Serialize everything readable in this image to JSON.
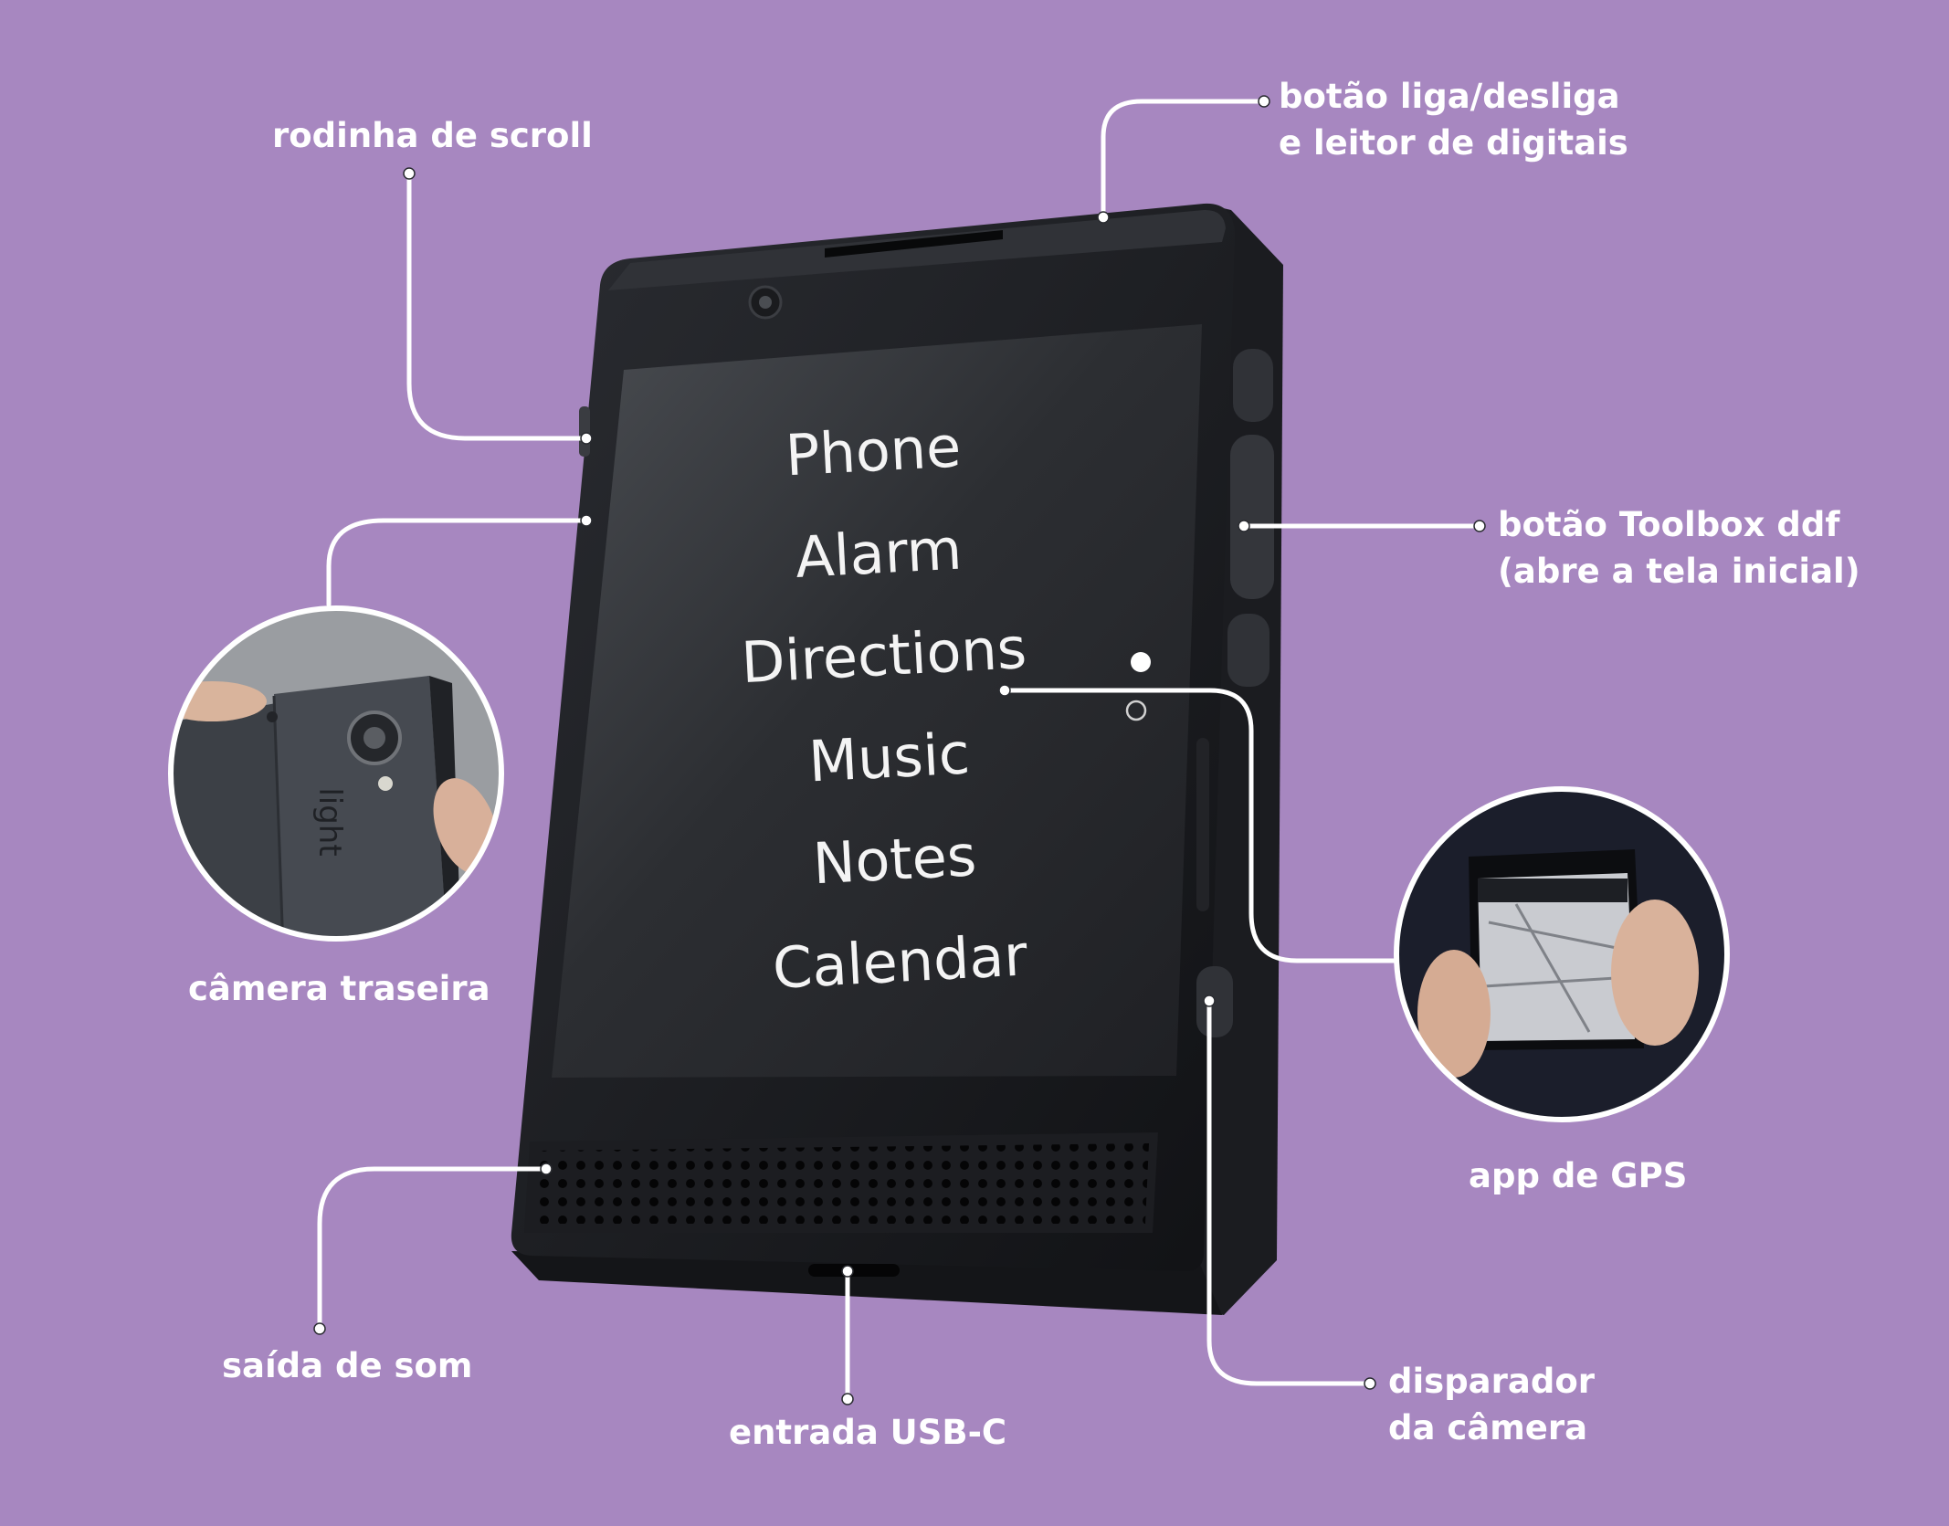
{
  "colors": {
    "background": "#a787c0",
    "device": "#17181c",
    "screen": "#26282c",
    "menu_text": "#f4f4f4",
    "callout": "#ffffff"
  },
  "phone_menu": [
    "Phone",
    "Alarm",
    "Directions",
    "Music",
    "Notes",
    "Calendar"
  ],
  "rear_camera_inset": {
    "brand_text": "light"
  },
  "labels": {
    "scroll_wheel": "rodinha de scroll",
    "power_button": [
      "botão liga/desliga",
      "e leitor de digitais"
    ],
    "toolbox_button": [
      "botão Toolbox ddf",
      "(abre a tela inicial)"
    ],
    "rear_camera": "câmera traseira",
    "gps_app": "app de GPS",
    "sound_output": "saída de som",
    "usb_c": "entrada USB-C",
    "camera_shutter": [
      "disparador",
      "da câmera"
    ]
  }
}
